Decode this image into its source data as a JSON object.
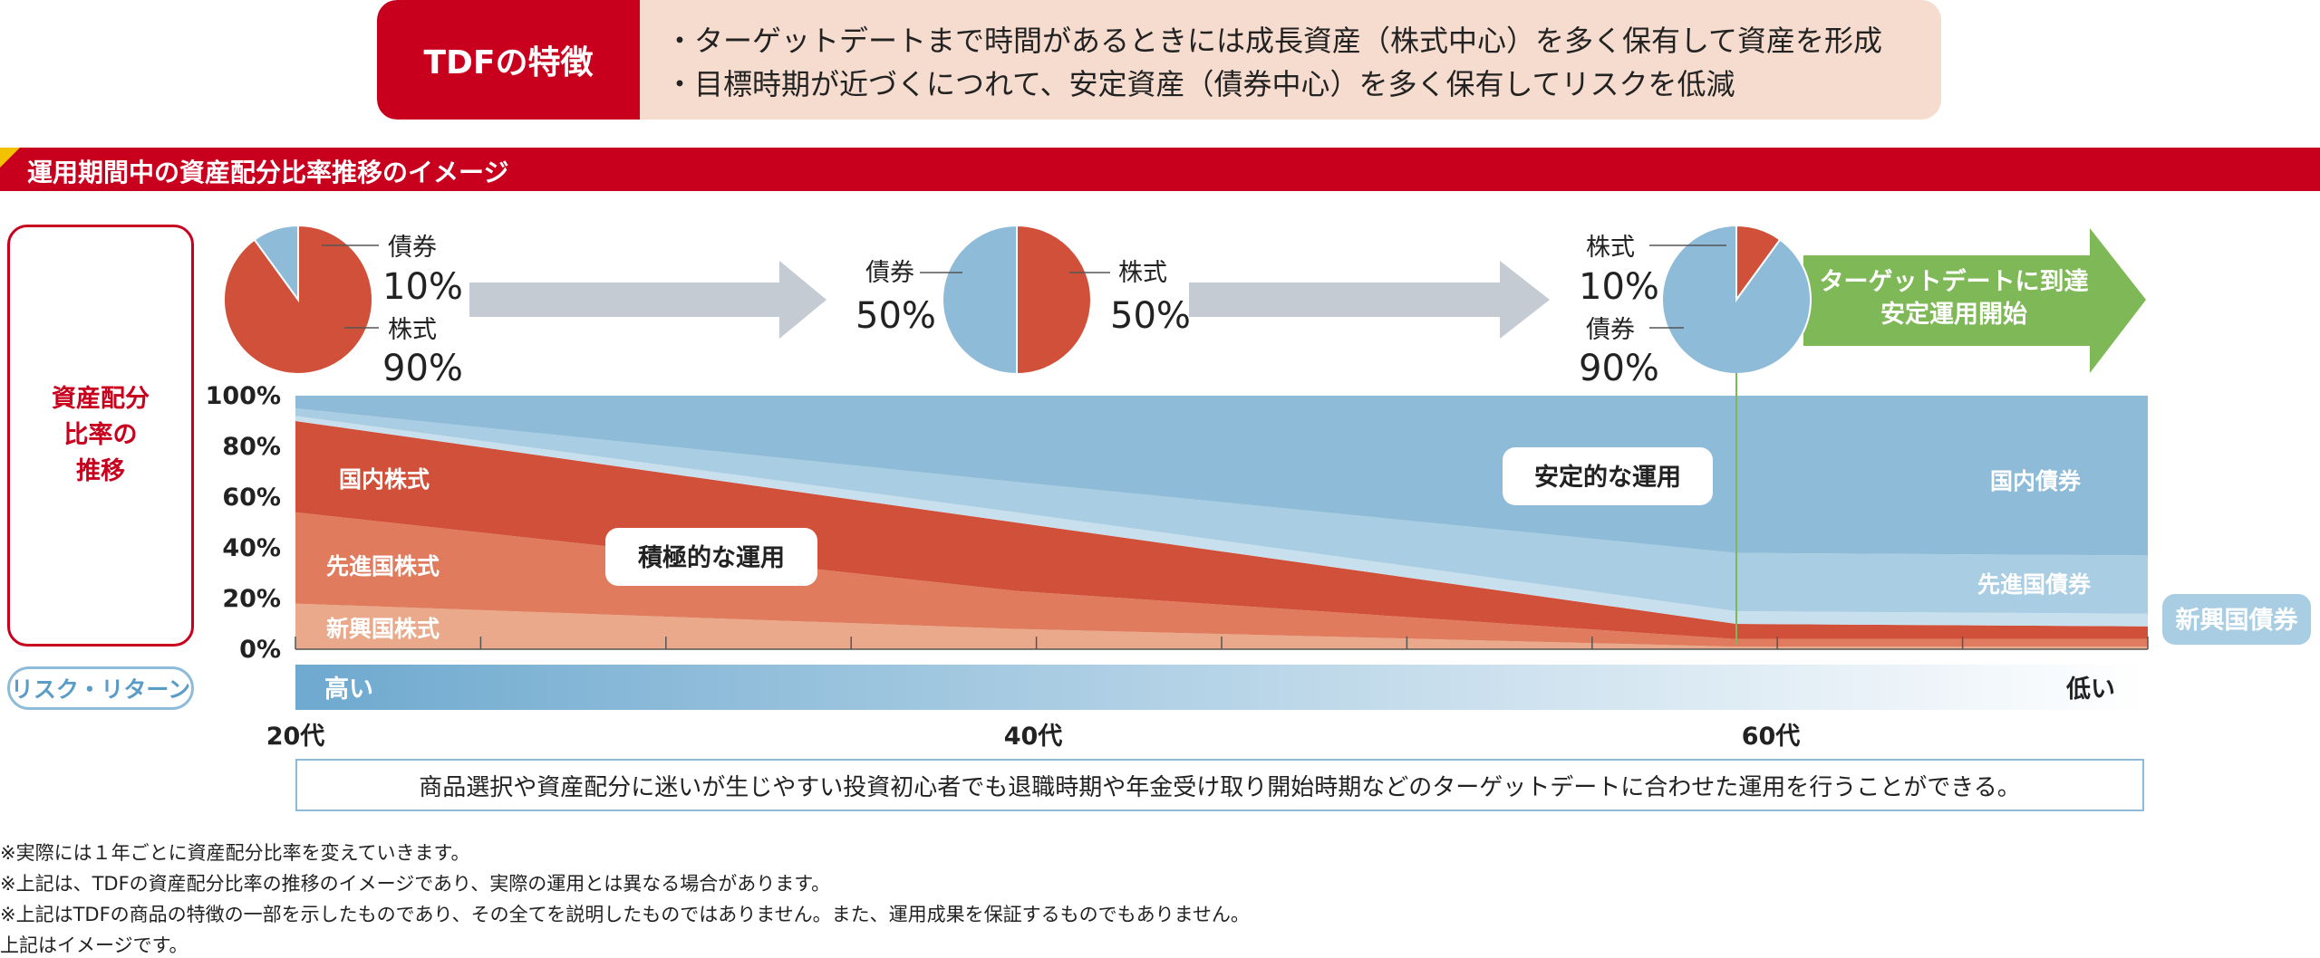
{
  "feature_box": {
    "label": "TDFの特徴",
    "lines": [
      "・ターゲットデートまで時間があるときには成長資産（株式中心）を多く保有して資産を形成",
      "・目標時期が近づくにつれて、安定資産（債券中心）を多く保有してリスクを低減"
    ]
  },
  "section_title": "運用期間中の資産配分比率推移のイメージ",
  "side_labels": {
    "allocation": [
      "資産配分",
      "比率の",
      "推移"
    ],
    "risk_return": "リスク・リターン"
  },
  "pies": [
    {
      "slices": [
        {
          "name": "株式",
          "value": 90,
          "label": "90%"
        },
        {
          "name": "債券",
          "value": 10,
          "label": "10%"
        }
      ]
    },
    {
      "slices": [
        {
          "name": "株式",
          "value": 50,
          "label": "50%"
        },
        {
          "name": "債券",
          "value": 50,
          "label": "50%"
        }
      ]
    },
    {
      "slices": [
        {
          "name": "株式",
          "value": 10,
          "label": "10%"
        },
        {
          "name": "債券",
          "value": 90,
          "label": "90%"
        }
      ]
    }
  ],
  "target_arrow": [
    "ターゲットデートに到達",
    "安定運用開始"
  ],
  "chart_data": {
    "type": "area",
    "x": [
      "20代",
      "40代",
      "60代"
    ],
    "x_positions_years": [
      0,
      20,
      40
    ],
    "x_max": 50,
    "ylim": [
      0,
      100
    ],
    "y_ticks": [
      "100%",
      "80%",
      "60%",
      "40%",
      "20%",
      "0%"
    ],
    "series": [
      {
        "name": "新興国株式",
        "values": [
          {
            "x": 0,
            "y": 18
          },
          {
            "x": 20,
            "y": 8
          },
          {
            "x": 40,
            "y": 1
          },
          {
            "x": 50,
            "y": 1
          }
        ]
      },
      {
        "name": "先進国株式",
        "values": [
          {
            "x": 0,
            "y": 36
          },
          {
            "x": 20,
            "y": 15
          },
          {
            "x": 40,
            "y": 3
          },
          {
            "x": 50,
            "y": 3
          }
        ]
      },
      {
        "name": "国内株式",
        "values": [
          {
            "x": 0,
            "y": 36
          },
          {
            "x": 20,
            "y": 27
          },
          {
            "x": 40,
            "y": 6
          },
          {
            "x": 50,
            "y": 5
          }
        ]
      },
      {
        "name": "新興国債券",
        "values": [
          {
            "x": 0,
            "y": 2
          },
          {
            "x": 20,
            "y": 4
          },
          {
            "x": 40,
            "y": 5
          },
          {
            "x": 50,
            "y": 5
          }
        ]
      },
      {
        "name": "先進国債券",
        "values": [
          {
            "x": 0,
            "y": 3
          },
          {
            "x": 20,
            "y": 12
          },
          {
            "x": 40,
            "y": 23
          },
          {
            "x": 50,
            "y": 23
          }
        ]
      },
      {
        "name": "国内債券",
        "values": [
          {
            "x": 0,
            "y": 5
          },
          {
            "x": 20,
            "y": 34
          },
          {
            "x": 40,
            "y": 62
          },
          {
            "x": 50,
            "y": 63
          }
        ]
      }
    ],
    "annotations": [
      "積極的な運用",
      "安定的な運用"
    ]
  },
  "risk_bar": {
    "high": "高い",
    "low": "低い"
  },
  "bottom_message": "商品選択や資産配分に迷いが生じやすい投資初心者でも退職時期や年金受け取り開始時期などのターゲットデートに合わせた運用を行うことができる。",
  "notes": [
    "※実際には１年ごとに資産配分比率を変えていきます。",
    "※上記は、TDFの資産配分比率の推移のイメージであり、実際の運用とは異なる場合があります。",
    "※上記はTDFの商品の特徴の一部を示したものであり、その全てを説明したものではありません。また、運用成果を保証するものでもありません。",
    "上記はイメージです。"
  ],
  "colors": {
    "brand_red": "#c8001e",
    "stock_domestic": "#d1503a",
    "stock_developed": "#e07c5d",
    "stock_emerging": "#e9a98a",
    "bond_domestic": "#8dbbd8",
    "bond_developed": "#a9cde2",
    "bond_emerging": "#c8dfee",
    "arrow_gray": "#c5cbd3",
    "arrow_green": "#7fb856"
  }
}
